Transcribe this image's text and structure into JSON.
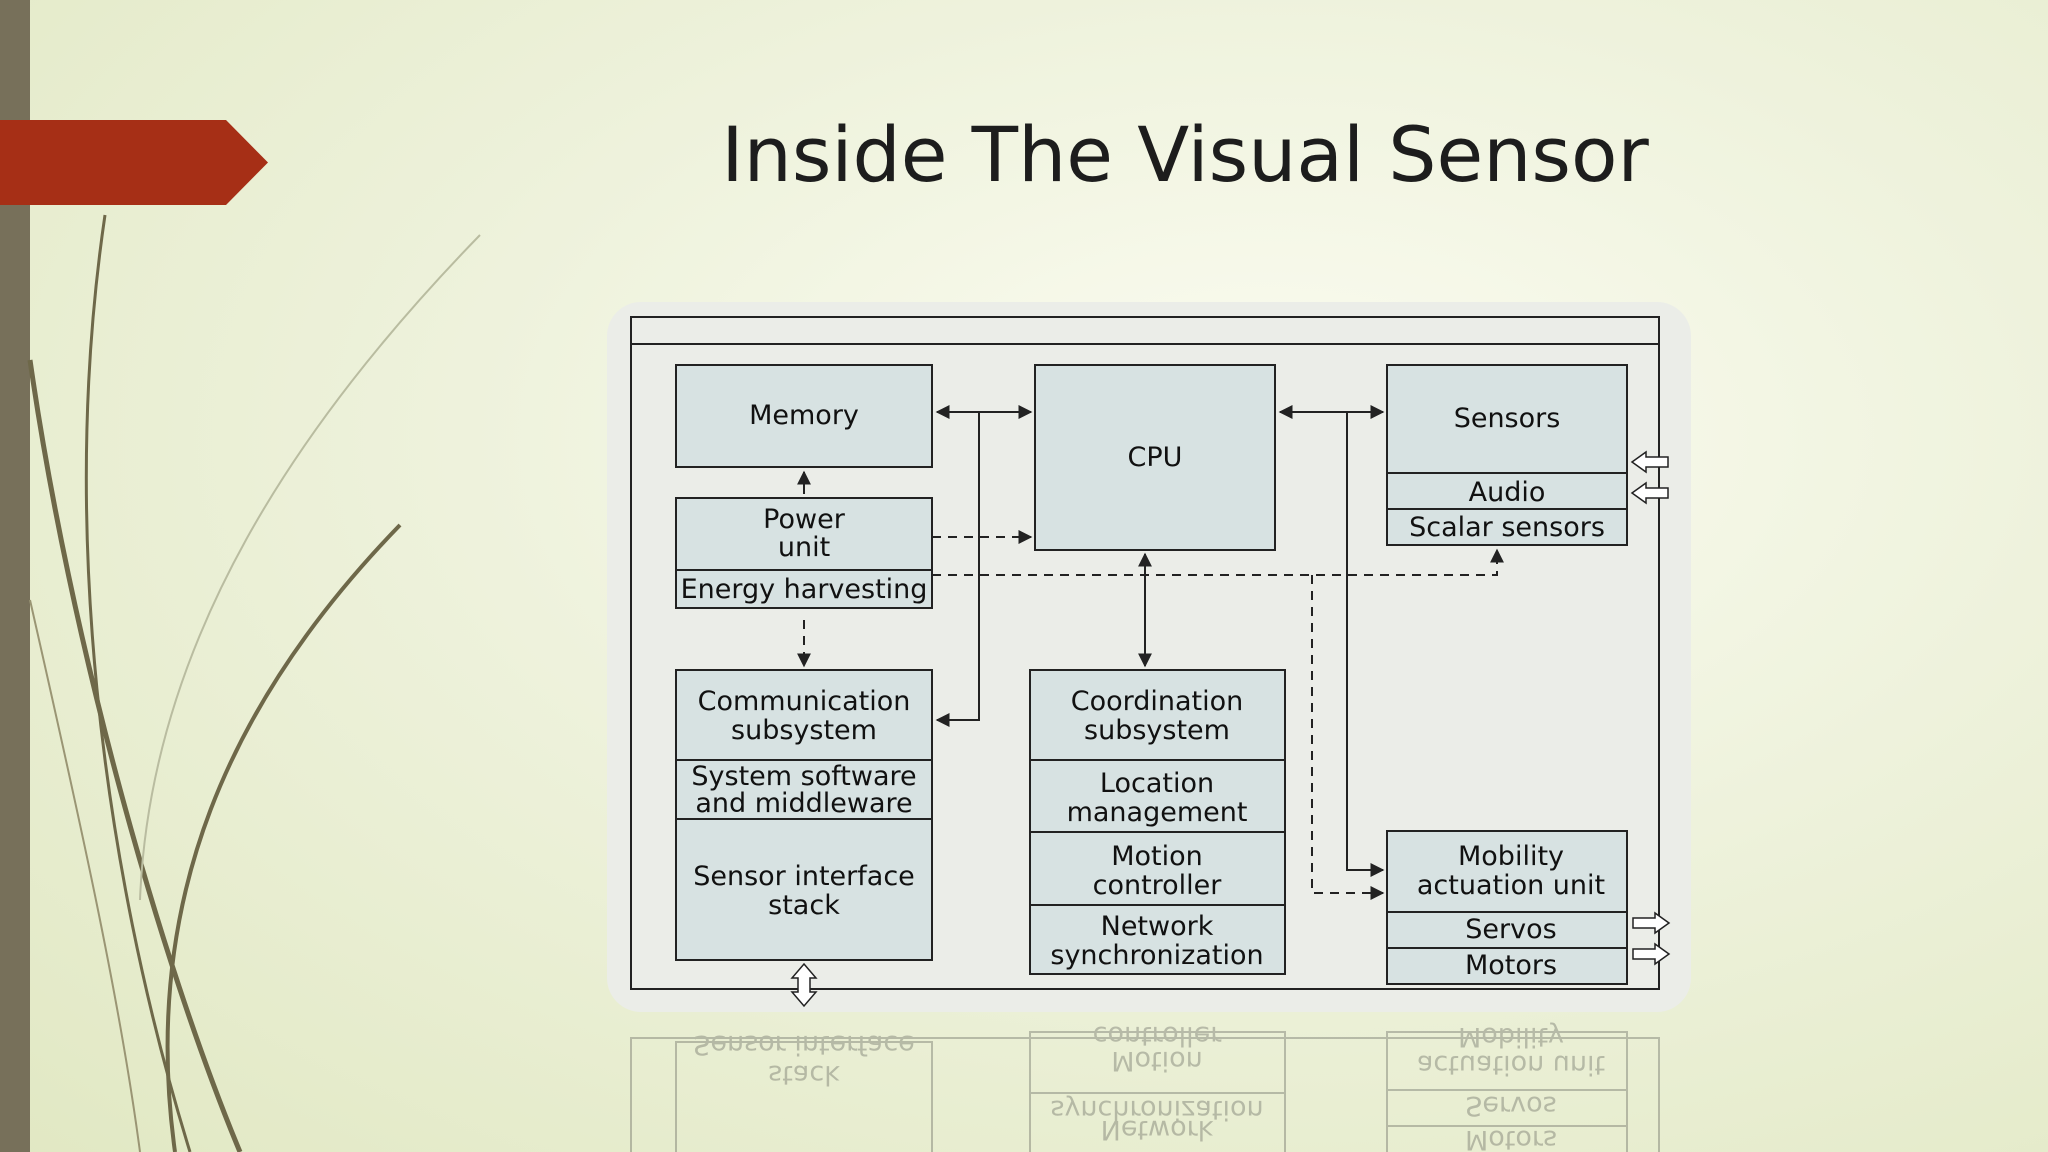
{
  "slide": {
    "title": "Inside The Visual Sensor"
  },
  "diagram": {
    "memory": "Memory",
    "power_unit": [
      "Power",
      "unit"
    ],
    "energy_harvesting": "Energy harvesting",
    "cpu": "CPU",
    "sensors": "Sensors",
    "audio": "Audio",
    "scalar_sensors": "Scalar sensors",
    "communication_subsystem": [
      "Communication",
      "subsystem"
    ],
    "system_software": [
      "System software",
      "and middleware"
    ],
    "sensor_interface": [
      "Sensor interface",
      "stack"
    ],
    "coordination_subsystem": [
      "Coordination",
      "subsystem"
    ],
    "location_management": [
      "Location",
      "management"
    ],
    "motion_controller": [
      "Motion",
      "controller"
    ],
    "network_sync": [
      "Network",
      "synchronization"
    ],
    "mobility_unit": [
      "Mobility",
      "actuation unit"
    ],
    "servos": "Servos",
    "motors": "Motors"
  },
  "reflection": {
    "network_sync": [
      "Network",
      "synchronization"
    ],
    "servos": "Servos",
    "motors": "Motors",
    "motion_controller": [
      "Motion",
      "controller"
    ],
    "sensor_interface": [
      "Sensor interface",
      "stack"
    ],
    "mobility_unit": [
      "Mobility",
      "actuation unit"
    ]
  },
  "colors": {
    "accent": "#a62f16",
    "box_fill": "#d7e2e2",
    "line": "#222222"
  }
}
